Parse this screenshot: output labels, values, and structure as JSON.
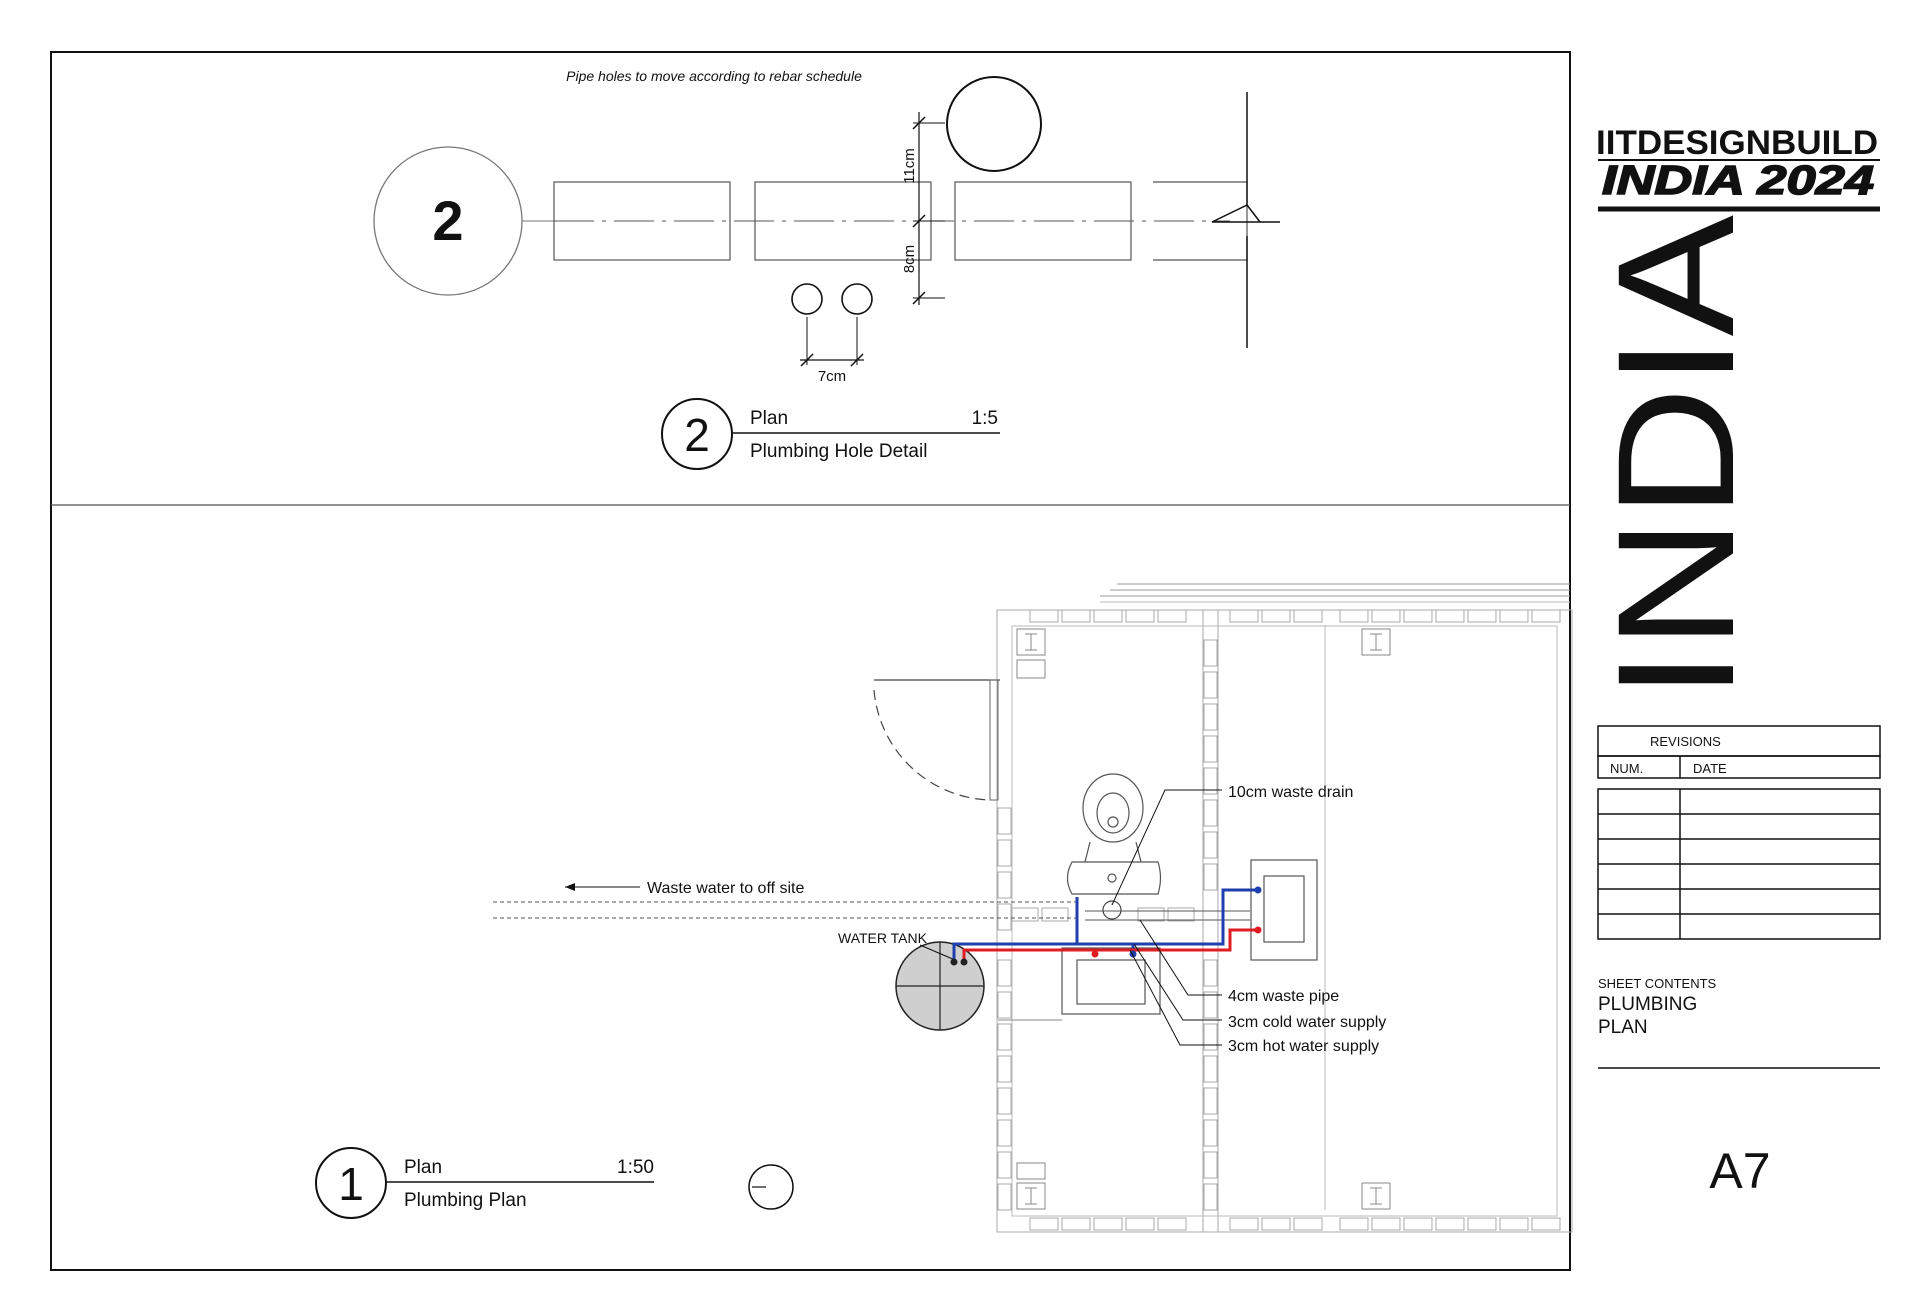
{
  "detail": {
    "note": "Pipe holes to move according to rebar schedule",
    "section_marker_number": "2",
    "dim_11": "11cm",
    "dim_8": "8cm",
    "dim_7": "7cm",
    "title_number": "2",
    "title_view": "Plan",
    "title_scale": "1:5",
    "title_name": "Plumbing Hole Detail"
  },
  "plan": {
    "label_waste_offsite": "Waste water to off site",
    "label_water_tank": "WATER TANK",
    "label_drain": "10cm waste drain",
    "label_waste_pipe": "4cm waste pipe",
    "label_cold": "3cm cold water supply",
    "label_hot": "3cm hot water supply",
    "title_number": "1",
    "title_view": "Plan",
    "title_scale": "1:50",
    "title_name": "Plumbing Plan",
    "colors": {
      "cold": "#1f3fae",
      "hot": "#e11b22"
    }
  },
  "titleblock": {
    "logo_line1": "IITDESIGNBUILD",
    "logo_line2": "INDIA 2024",
    "big_word": "INDIA",
    "revisions_heading": "REVISIONS",
    "col_num": "NUM.",
    "col_date": "DATE",
    "sheet_contents_label": "SHEET CONTENTS",
    "sheet_contents_line1": "PLUMBING",
    "sheet_contents_line2": "PLAN",
    "sheet_number": "A7"
  }
}
